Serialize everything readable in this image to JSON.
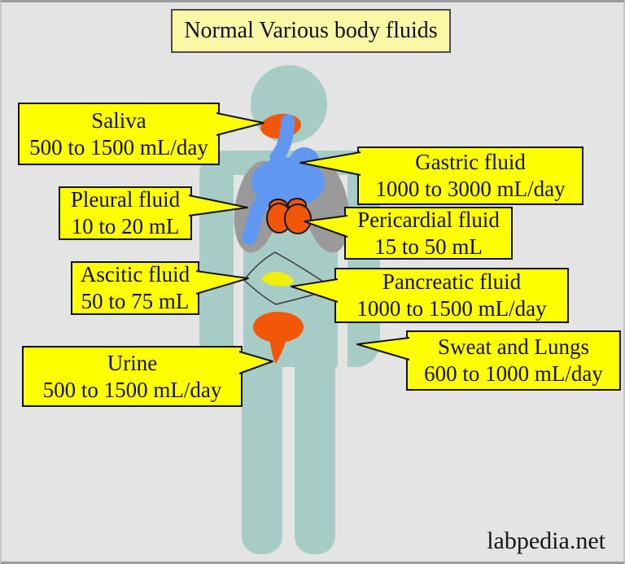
{
  "title": "Normal Various body fluids",
  "watermark": "labpedia.net",
  "colors": {
    "bg": "#e4e4e4",
    "boxYellow": "#ffff00",
    "titleYellow": "#f8f8a6",
    "bodyTeal": "#a7cbc5",
    "lungGray": "#9a9a9a",
    "organOrange": "#f25708",
    "fluidBlue": "#5f97f2",
    "pancreasYellow": "#f2ee0c",
    "outline": "#111111",
    "text": "#111111"
  },
  "figure": {
    "parts": [
      "head",
      "mouth",
      "esophagus-stomach",
      "lungs",
      "heart",
      "peritoneal-cavity",
      "pancreas",
      "bladder",
      "arms",
      "legs"
    ]
  },
  "callouts": [
    {
      "id": "saliva",
      "name": "Saliva",
      "value": "500 to 1500 mL/day"
    },
    {
      "id": "gastric",
      "name": "Gastric fluid",
      "value": "1000 to 3000 mL/day"
    },
    {
      "id": "pleural",
      "name": "Pleural fluid",
      "value": "10 to 20 mL"
    },
    {
      "id": "pericardial",
      "name": "Pericardial fluid",
      "value": "15 to 50 mL"
    },
    {
      "id": "ascitic",
      "name": "Ascitic fluid",
      "value": "50 to 75 mL"
    },
    {
      "id": "pancreatic",
      "name": "Pancreatic fluid",
      "value": "1000 to 1500 mL/day"
    },
    {
      "id": "urine",
      "name": "Urine",
      "value": "500 to 1500 mL/day"
    },
    {
      "id": "sweat",
      "name": "Sweat and Lungs",
      "value": "600 to 1000 mL/day"
    }
  ]
}
